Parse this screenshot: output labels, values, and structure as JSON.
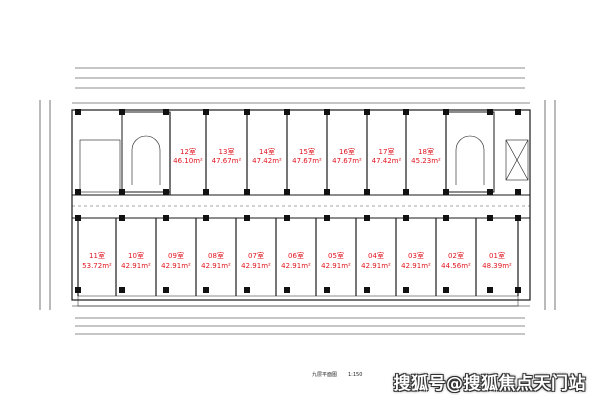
{
  "plan": {
    "caption": "九层平面图",
    "scale": "1:150",
    "north_rooms": [
      {
        "name": "12室",
        "area": "46.10m²"
      },
      {
        "name": "13室",
        "area": "47.67m²"
      },
      {
        "name": "14室",
        "area": "47.42m²"
      },
      {
        "name": "15室",
        "area": "47.67m²"
      },
      {
        "name": "16室",
        "area": "47.67m²"
      },
      {
        "name": "17室",
        "area": "47.42m²"
      },
      {
        "name": "18室",
        "area": "45.23m²"
      }
    ],
    "south_rooms": [
      {
        "name": "11室",
        "area": "53.72m²"
      },
      {
        "name": "10室",
        "area": "42.91m²"
      },
      {
        "name": "09室",
        "area": "42.91m²"
      },
      {
        "name": "08室",
        "area": "42.91m²"
      },
      {
        "name": "07室",
        "area": "42.91m²"
      },
      {
        "name": "06室",
        "area": "42.91m²"
      },
      {
        "name": "05室",
        "area": "42.91m²"
      },
      {
        "name": "04室",
        "area": "42.91m²"
      },
      {
        "name": "03室",
        "area": "42.91m²"
      },
      {
        "name": "02室",
        "area": "44.56m²"
      },
      {
        "name": "01室",
        "area": "48.39m²"
      }
    ]
  },
  "watermark": "搜狐号@搜狐焦点天门站",
  "colors": {
    "room_label": "#e0141e",
    "lines": "#1a1a1a",
    "highlight": "#e0141e"
  }
}
